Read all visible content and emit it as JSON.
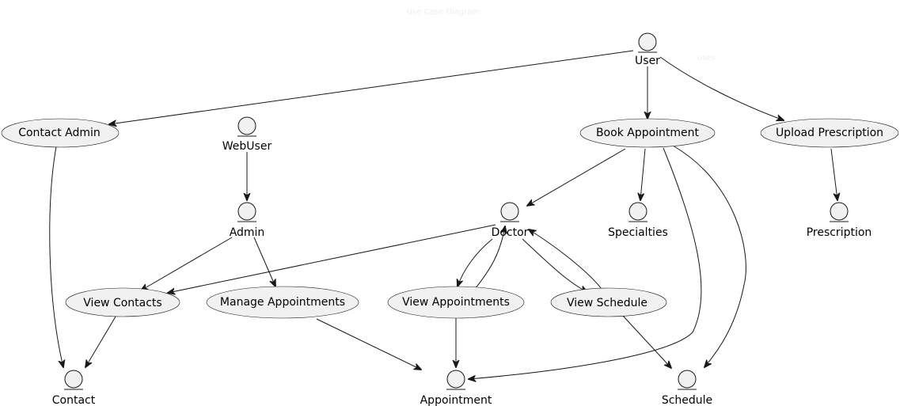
{
  "diagram": {
    "title": "Use Case Diagram",
    "faint_note": "uses",
    "entities": {
      "user": "User",
      "webuser": "WebUser",
      "admin": "Admin",
      "doctor": "Doctor",
      "specialties": "Specialties",
      "prescription": "Prescription",
      "contact": "Contact",
      "appointment": "Appointment",
      "schedule": "Schedule"
    },
    "usecases": {
      "contact_admin": "Contact Admin",
      "book_appointment": "Book Appointment",
      "upload_prescription": "Upload Prescription",
      "view_contacts": "View Contacts",
      "manage_appointments": "Manage Appointments",
      "view_appointments": "View Appointments",
      "view_schedule": "View Schedule"
    }
  },
  "colors": {
    "node_fill": "#f1f1f1",
    "stroke": "#181818",
    "text": "#000000"
  }
}
